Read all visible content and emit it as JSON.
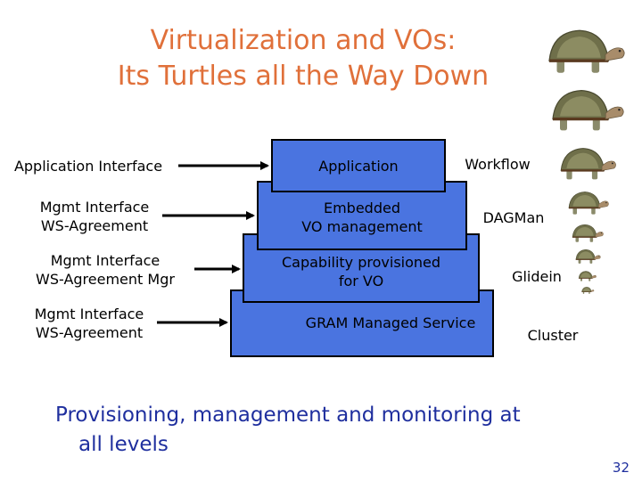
{
  "slide": {
    "title_line1": "Virtualization and VOs:",
    "title_line2": "Its Turtles all the Way Down",
    "left_labels": [
      {
        "line1": "Application Interface",
        "line2": ""
      },
      {
        "line1": "Mgmt Interface",
        "line2": "WS-Agreement"
      },
      {
        "line1": "Mgmt Interface",
        "line2": "WS-Agreement Mgr"
      },
      {
        "line1": "Mgmt Interface",
        "line2": "WS-Agreement"
      }
    ],
    "boxes": [
      {
        "line1": "Application",
        "line2": ""
      },
      {
        "line1": "Embedded",
        "line2": "VO management"
      },
      {
        "line1": "Capability provisioned",
        "line2": "for VO"
      },
      {
        "line1": "GRAM Managed Service",
        "line2": ""
      }
    ],
    "right_labels": [
      "Workflow",
      "DAGMan",
      "Glidein",
      "Cluster"
    ],
    "bottom_line1": "Provisioning, management and monitoring at",
    "bottom_line2": "all levels",
    "page_number": "32"
  },
  "colors": {
    "title": "#e0703a",
    "box_fill": "#4a74e0",
    "bottom_text": "#1f2f9e"
  },
  "icons": [
    "turtle-icon",
    "arrow-icon"
  ]
}
